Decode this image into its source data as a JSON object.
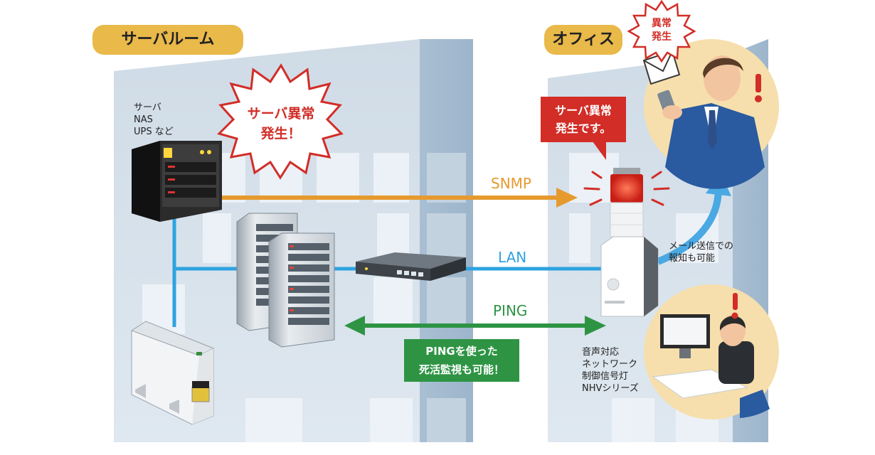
{
  "areas": {
    "server_room": "サーバルーム",
    "office": "オフィス"
  },
  "server_room": {
    "devices_label": [
      "サーバ",
      "NAS",
      "UPS など"
    ],
    "alert_burst": [
      "サーバ異常",
      "発生！"
    ]
  },
  "links": {
    "snmp": "SNMP",
    "lan": "LAN",
    "ping": "PING",
    "ping_note": [
      "PINGを使った",
      "死活監視も可能！"
    ]
  },
  "office": {
    "tower_callout": [
      "サーバ異常",
      "発生です。"
    ],
    "mail_note": [
      "メール送信での",
      "報知も可能"
    ],
    "device_label": [
      "音声対応",
      "ネットワーク",
      "制御信号灯",
      "NHVシリーズ"
    ],
    "mail_burst": [
      "異常",
      "発生"
    ]
  },
  "colors": {
    "snmp": "#e69a2e",
    "lan": "#2ea3e0",
    "ping": "#2e9444",
    "alert_red": "#d22d27",
    "tag": "#e9b949"
  }
}
